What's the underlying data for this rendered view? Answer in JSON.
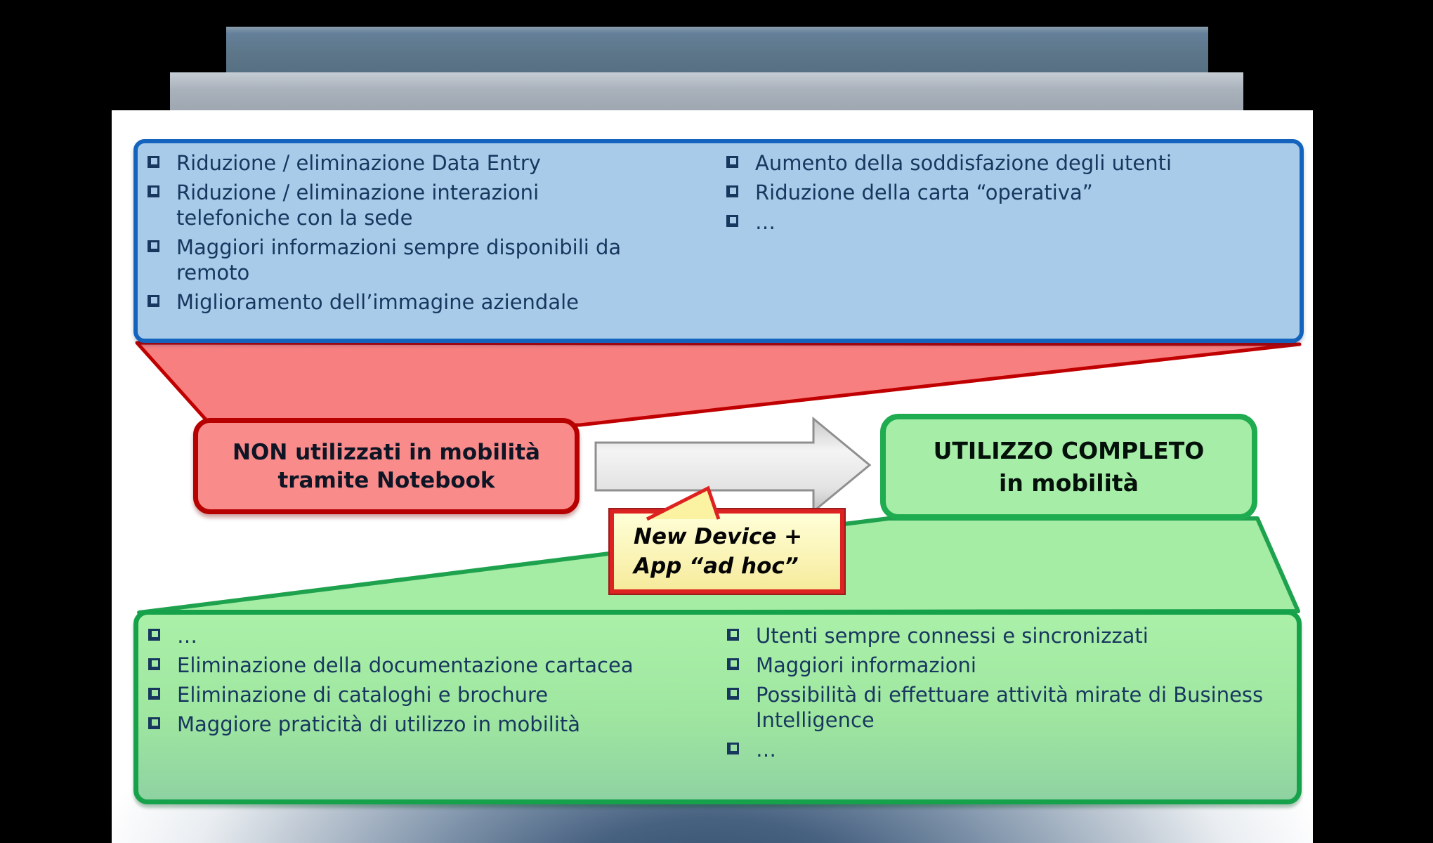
{
  "benefits_top": {
    "left": [
      "Riduzione / eliminazione Data Entry",
      "Riduzione / eliminazione interazioni telefoniche con la sede",
      "Maggiori informazioni sempre disponibili da remoto",
      "Miglioramento dell’immagine aziendale"
    ],
    "right": [
      "Aumento della soddisfazione degli utenti",
      "Riduzione della carta “operativa”",
      "…"
    ]
  },
  "red_box": {
    "line1": "NON utilizzati in mobilità",
    "line2": "tramite Notebook"
  },
  "green_box": {
    "line1": "UTILIZZO COMPLETO",
    "line2": "in mobilità"
  },
  "callout": {
    "line1": "New Device +",
    "line2": "App “ad hoc”"
  },
  "benefits_bottom": {
    "left": [
      "…",
      "Eliminazione della documentazione cartacea",
      "Eliminazione di cataloghi e brochure",
      "Maggiore praticità di utilizzo in mobilità"
    ],
    "right": [
      "Utenti sempre connessi e sincronizzati",
      "Maggiori informazioni",
      "Possibilità di effettuare attività mirate di Business Intelligence",
      "…"
    ]
  },
  "colors": {
    "navy": "#17375E",
    "blue_box_fill": "#A8CBE9",
    "blue_box_border": "#1464BE",
    "red_fill": "#F98B8B",
    "red_border": "#B70000",
    "green_fill": "#A6EDA7",
    "green_border": "#1FAB4F",
    "yellow_border": "#DD2222",
    "bar_dark": "#5D7689",
    "bar_light": "#A9B1BB"
  }
}
